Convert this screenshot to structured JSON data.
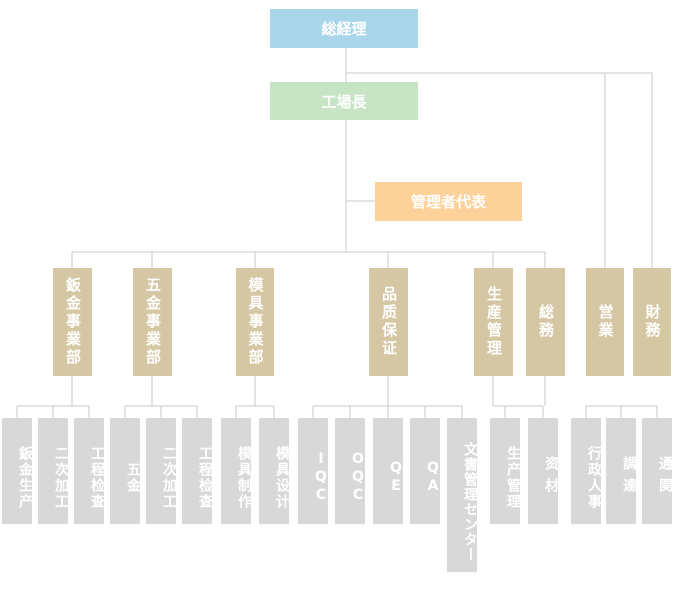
{
  "org": {
    "top": "総経理",
    "manager": "工場長",
    "rep": "管理者代表",
    "depts": [
      "鈑金事業部",
      "五金事業部",
      "模具事業部",
      "品质保证",
      "生産管理",
      "総務",
      "営業",
      "財務"
    ],
    "subs": [
      "鈑金生产",
      "二次加工",
      "工程检查",
      "五金",
      "二次加工",
      "工程检查",
      "模具制作",
      "模具设计",
      "IQC",
      "OQC",
      "QE",
      "QA",
      "文書管理センター",
      "生产管理",
      "资材",
      "行政人事",
      "調達",
      "通関"
    ]
  },
  "colors": {
    "top": "#a9d6ea",
    "manager": "#c7e5c5",
    "rep": "#fcd29a",
    "dept": "#d5c7a3",
    "sub": "#d8d8d8",
    "line": "#c8c8c8"
  }
}
